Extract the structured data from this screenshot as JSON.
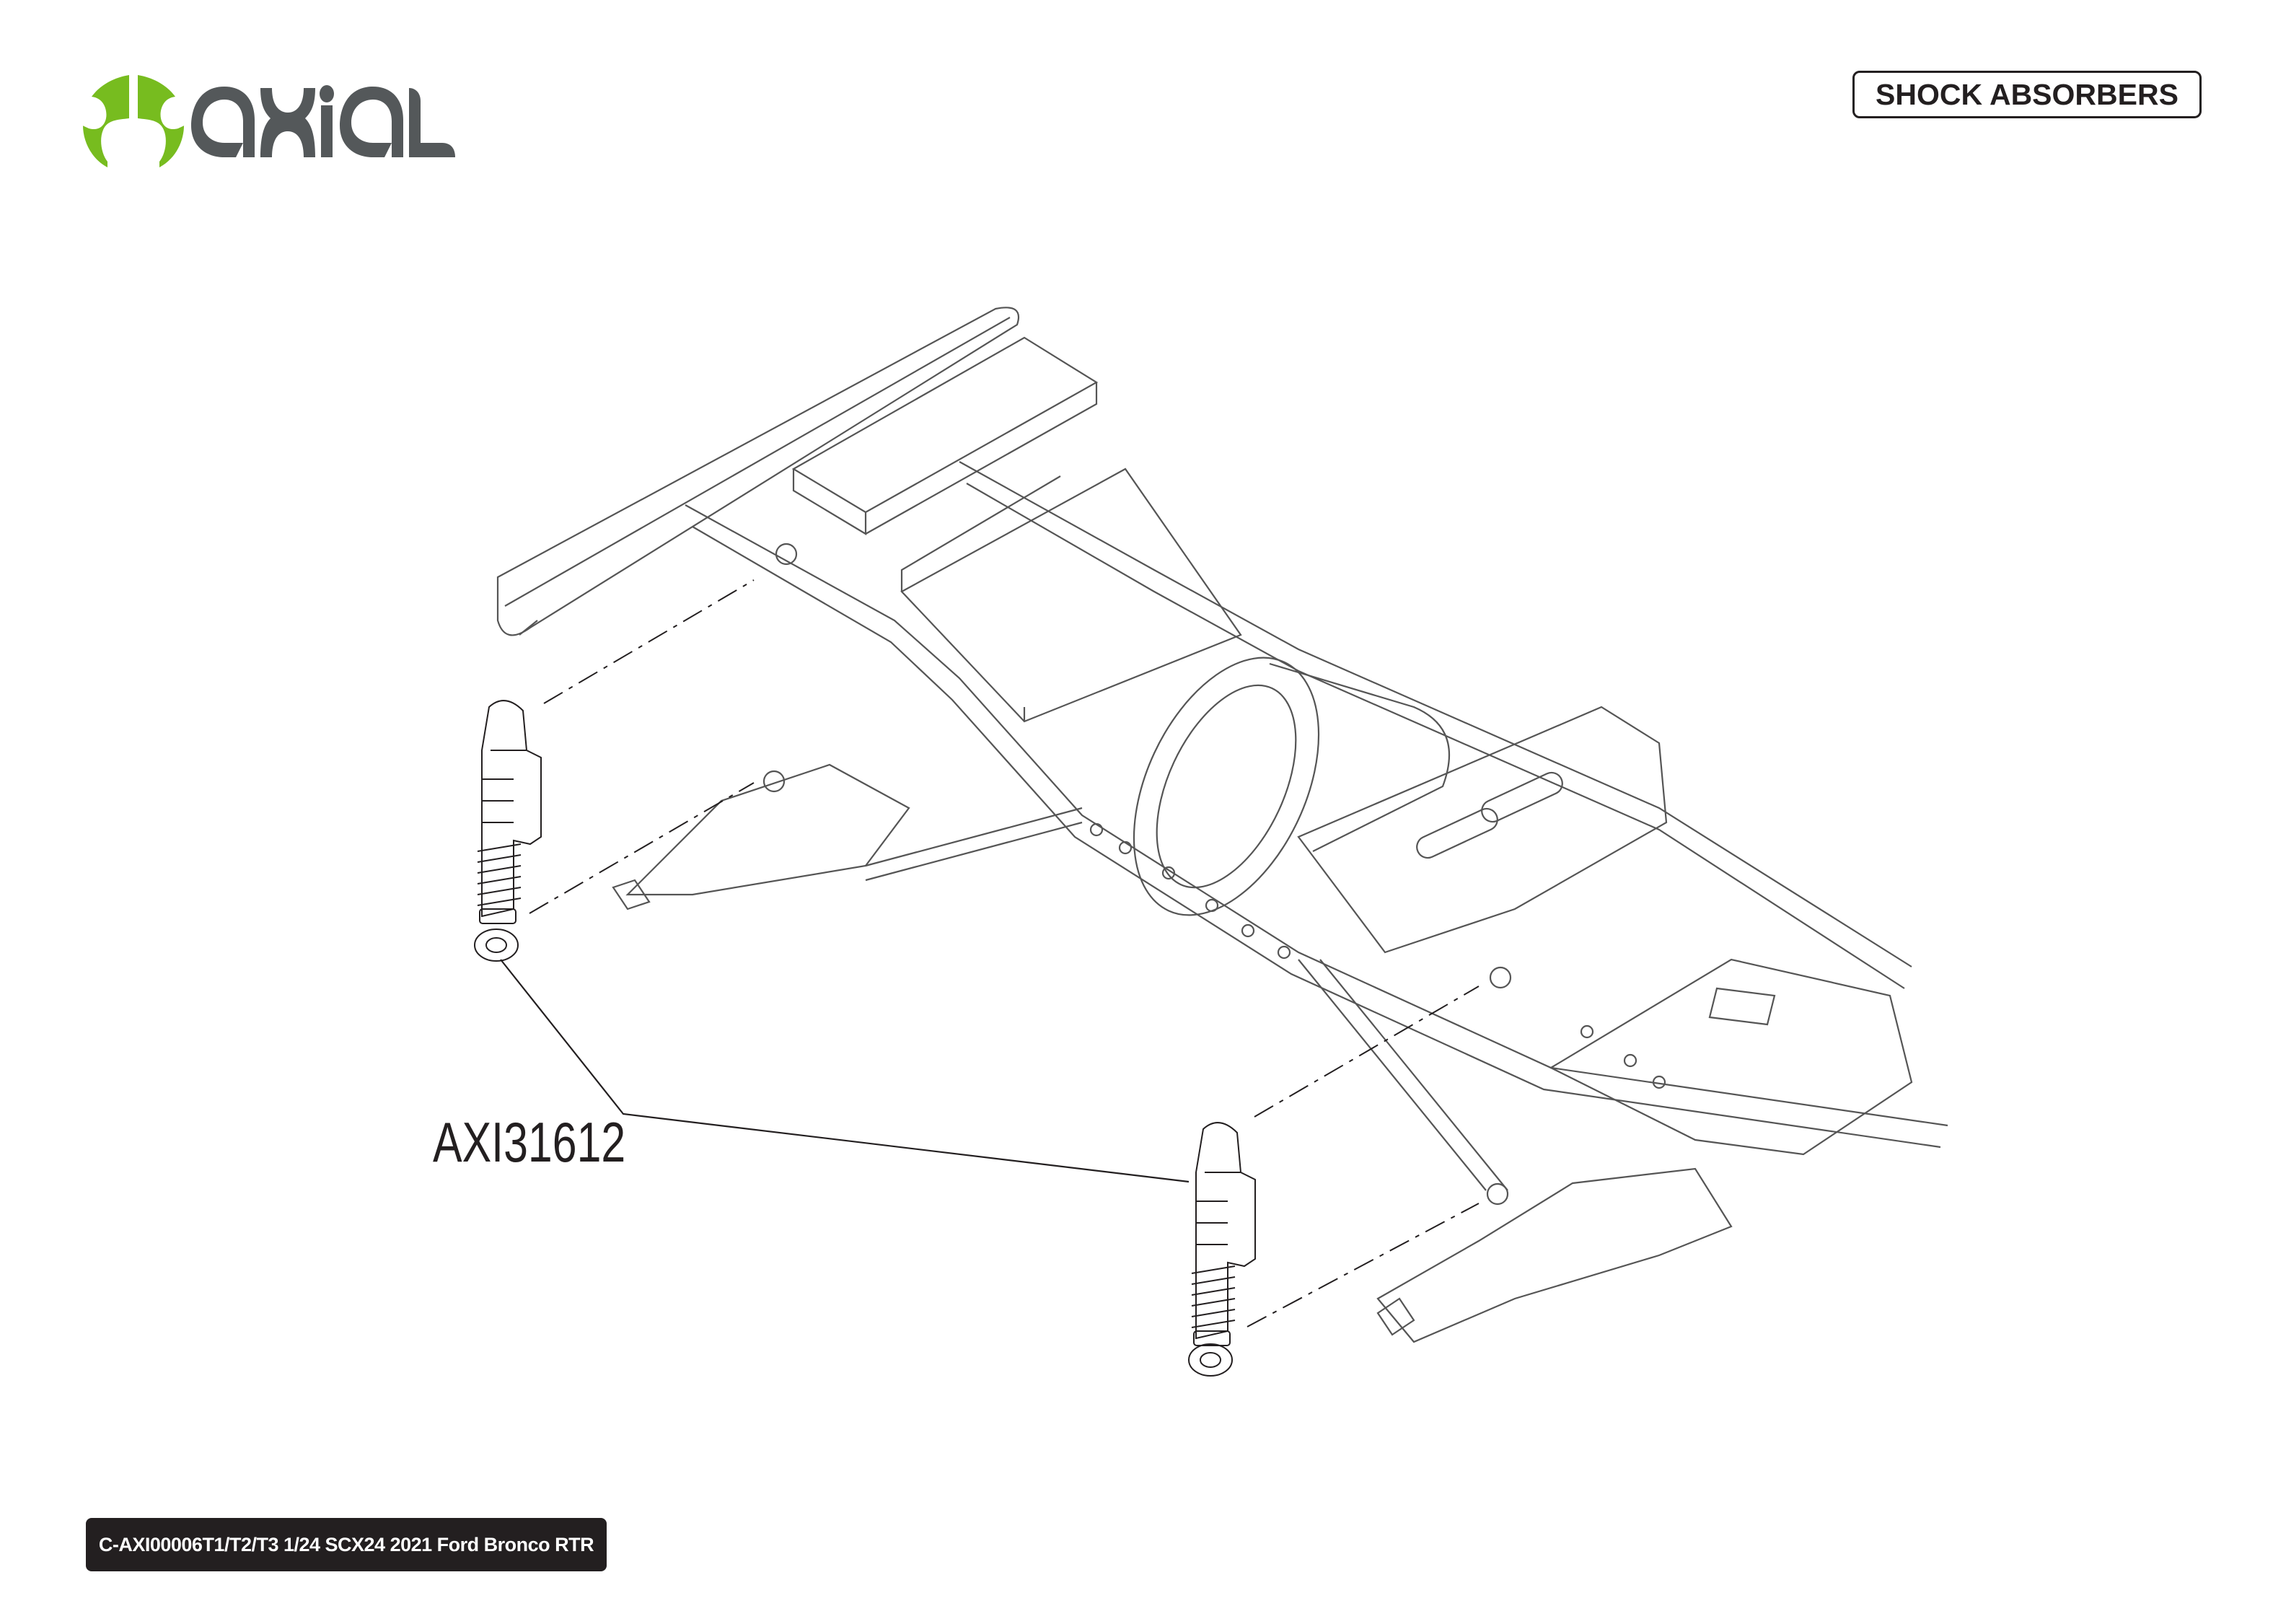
{
  "header": {
    "logo_text": "axial",
    "section_title": "SHOCK ABSORBERS"
  },
  "diagram": {
    "part_callout": "AXI31612"
  },
  "footer": {
    "model_text": "C-AXI00006T1/T2/T3 1/24 SCX24 2021 Ford Bronco RTR"
  },
  "colors": {
    "brand_green": "#77bc1f",
    "brand_gray": "#54585a",
    "ink": "#231f20"
  }
}
